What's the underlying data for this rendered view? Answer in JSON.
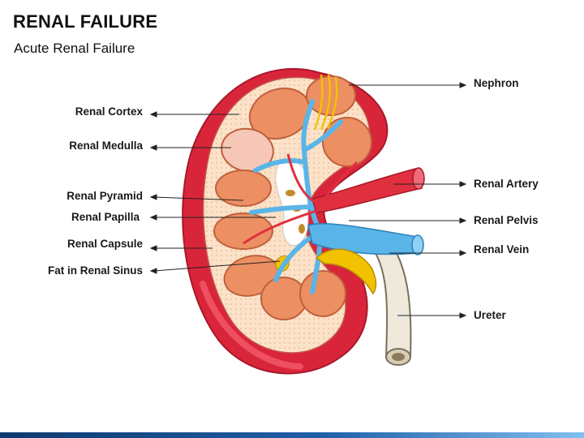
{
  "header": {
    "title": "RENAL FAILURE",
    "subtitle": "Acute Renal Failure"
  },
  "labels": {
    "left": [
      "Renal Cortex",
      "Renal Medulla",
      "Renal Pyramid",
      "Renal Papilla",
      "Renal Capsule",
      "Fat in Renal Sinus"
    ],
    "right": [
      "Nephron",
      "Renal Artery",
      "Renal Pelvis",
      "Renal Vein",
      "Ureter"
    ]
  },
  "colors": {
    "capsule": "#d9253a",
    "capsule_highlight": "#f25a6b",
    "cortex": "#fbe2c8",
    "pyramid": "#ec8f62",
    "pyramid_light": "#f6c7b6",
    "artery": "#e0303f",
    "vein": "#59b5e8",
    "ureter": "#efe9dc",
    "fat": "#f2c200",
    "footer_dark": "#0d3a6e",
    "footer_light": "#3f8fd6"
  }
}
